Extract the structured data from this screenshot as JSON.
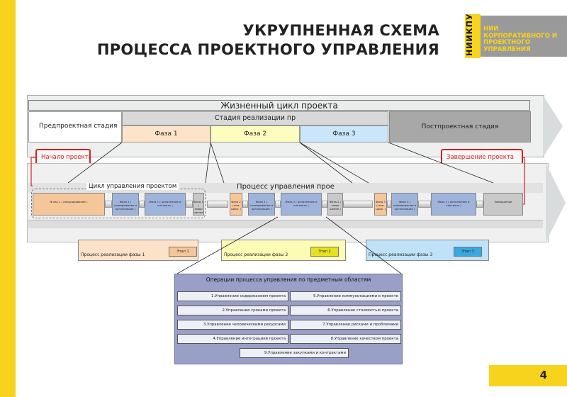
{
  "slide": {
    "title_line1": "УКРУПНЕННАЯ СХЕМА",
    "title_line2": "ПРОЦЕССА ПРОЕКТНОГО УПРАВЛЕНИЯ",
    "logo_mark": "НИИКПУ",
    "logo_text": "НИИ КОРПОРАТИВНОГО И ПРОЕКТНОГО УПРАВЛЕНИЯ",
    "page_number": "4",
    "accent_color": "#f7d31e"
  },
  "lifecycle": {
    "title": "Жизненный цикл проекта",
    "pre_stage": "Предпроектная стадия",
    "impl_stage": "Стадия реализации пр",
    "post_stage": "Постпроектная стадия",
    "phases": [
      "Фаза 1",
      "Фаза 2",
      "Фаза 3"
    ],
    "phase_colors": [
      "#fde4c8",
      "#fdfdbf",
      "#c9e6fb"
    ],
    "start_label": "Начало проекта",
    "end_label": "Завершение проекта"
  },
  "pm_process": {
    "title": "Процесс управления прое",
    "cycle_title": "Цикл управления проектом",
    "blocks": [
      "Ф аза 1 ( инициирование )",
      "Фаза 1 ( планирование и организация )",
      "Фаза 1 ( исполнение и контроль )",
      "Фаза 1 ( завер шение )",
      "Фаза 2 ( ини- циир. )",
      "Фаза 2 ( планирование и организация )",
      "Фаза 2 ( исполнение и контроль )",
      "Фаза 2 ( завер шение )",
      "Фаза 3 ( ини- циир. )",
      "Фаза 3 ( планирование и организация )",
      "Фаза 3 ( исполнение и контроль )",
      "Завершение"
    ]
  },
  "phase_cards": [
    {
      "label": "Процесс реализации фазы 1",
      "chip": "Этап 1"
    },
    {
      "label": "Процесс реализации фазы 2",
      "chip": "Этап 2"
    },
    {
      "label": "Процесс реализации фазы 3",
      "chip": "Этап 3"
    }
  ],
  "operations": {
    "title": "Операции процесса управления по предметным областям",
    "items": [
      "1.Управление содержанием проекта",
      "5.Управление коммуникациями в проекте",
      "2.Управление сроками проекта",
      "6.Управление стоимостью проекта",
      "3.Управление человеческими ресурсами",
      "7.Управление рисками и проблемами",
      "4.Управление интеграцией проекта",
      "8.Управление качеством проекта",
      "9.Управление закупками и контрактами"
    ]
  }
}
